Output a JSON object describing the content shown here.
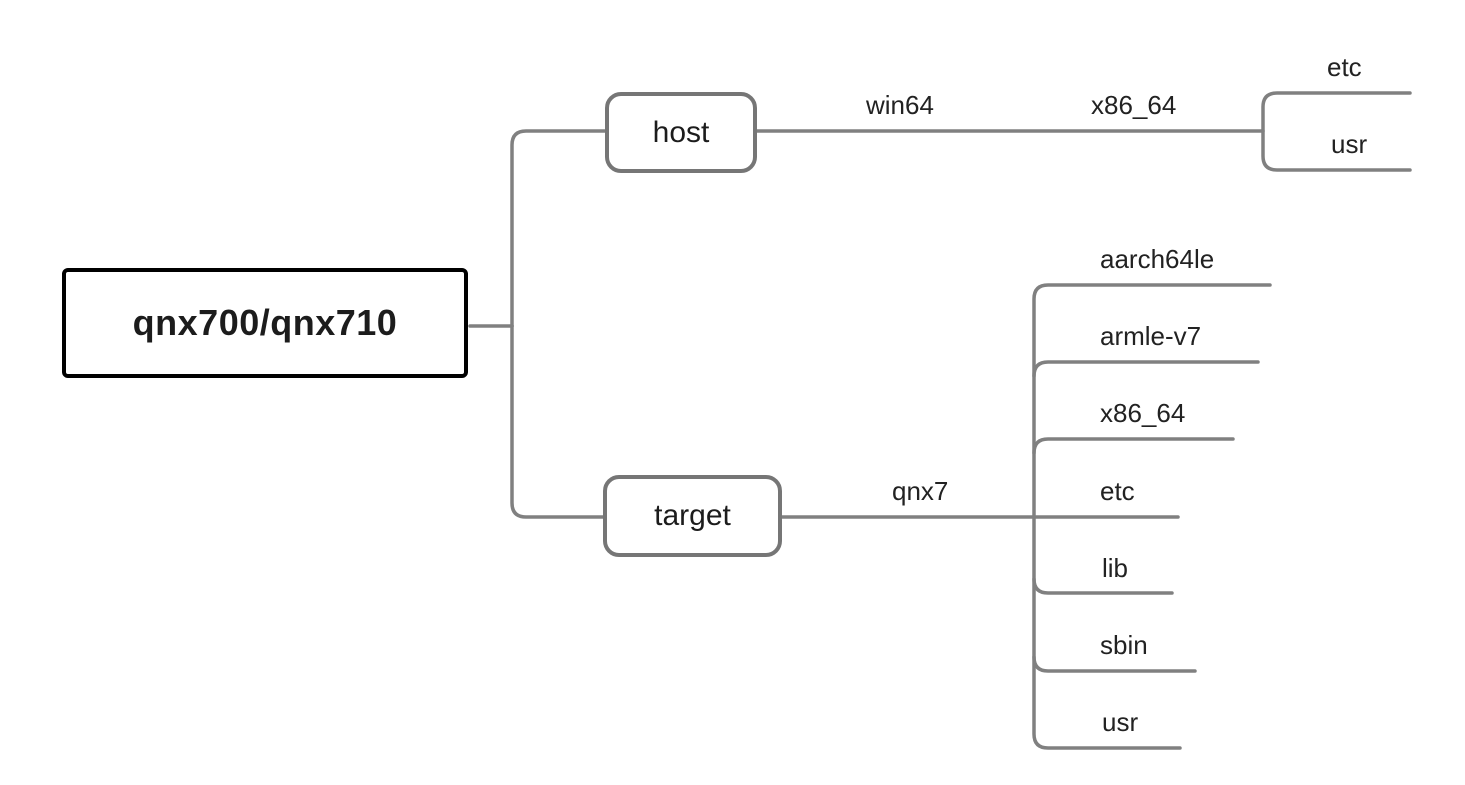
{
  "diagram": {
    "type": "tree",
    "colors": {
      "line": "#808080",
      "branch_border": "#767676",
      "root_border": "#000000",
      "text": "#222222"
    },
    "root": {
      "label": "qnx700/qnx710"
    },
    "host": {
      "label": "host",
      "edge_labels": [
        "win64",
        "x86_64"
      ],
      "children": [
        {
          "label": "etc"
        },
        {
          "label": "usr"
        }
      ]
    },
    "target": {
      "label": "target",
      "edge_labels": [
        "qnx7"
      ],
      "children": [
        {
          "label": "aarch64le"
        },
        {
          "label": "armle-v7"
        },
        {
          "label": "x86_64"
        },
        {
          "label": "etc"
        },
        {
          "label": "lib"
        },
        {
          "label": "sbin"
        },
        {
          "label": "usr"
        }
      ]
    }
  }
}
